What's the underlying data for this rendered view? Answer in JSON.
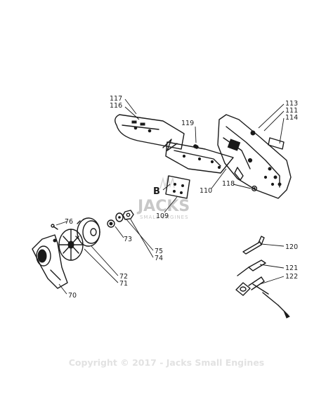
{
  "callouts": {
    "c117": "117",
    "c116": "116",
    "c119": "119",
    "c113": "113",
    "c111": "111",
    "c114": "114",
    "cB": "B",
    "c110": "110",
    "c118": "118",
    "c109": "109",
    "c76": "76",
    "c73": "73",
    "c75": "75",
    "c74": "74",
    "c72": "72",
    "c71": "71",
    "c70": "70",
    "c120": "120",
    "c121": "121",
    "c122": "122"
  },
  "watermark": {
    "brand": "JACKS",
    "tagline": "SMALL ENGINES"
  },
  "copyright": "Copyright © 2017 - Jacks Small Engines"
}
